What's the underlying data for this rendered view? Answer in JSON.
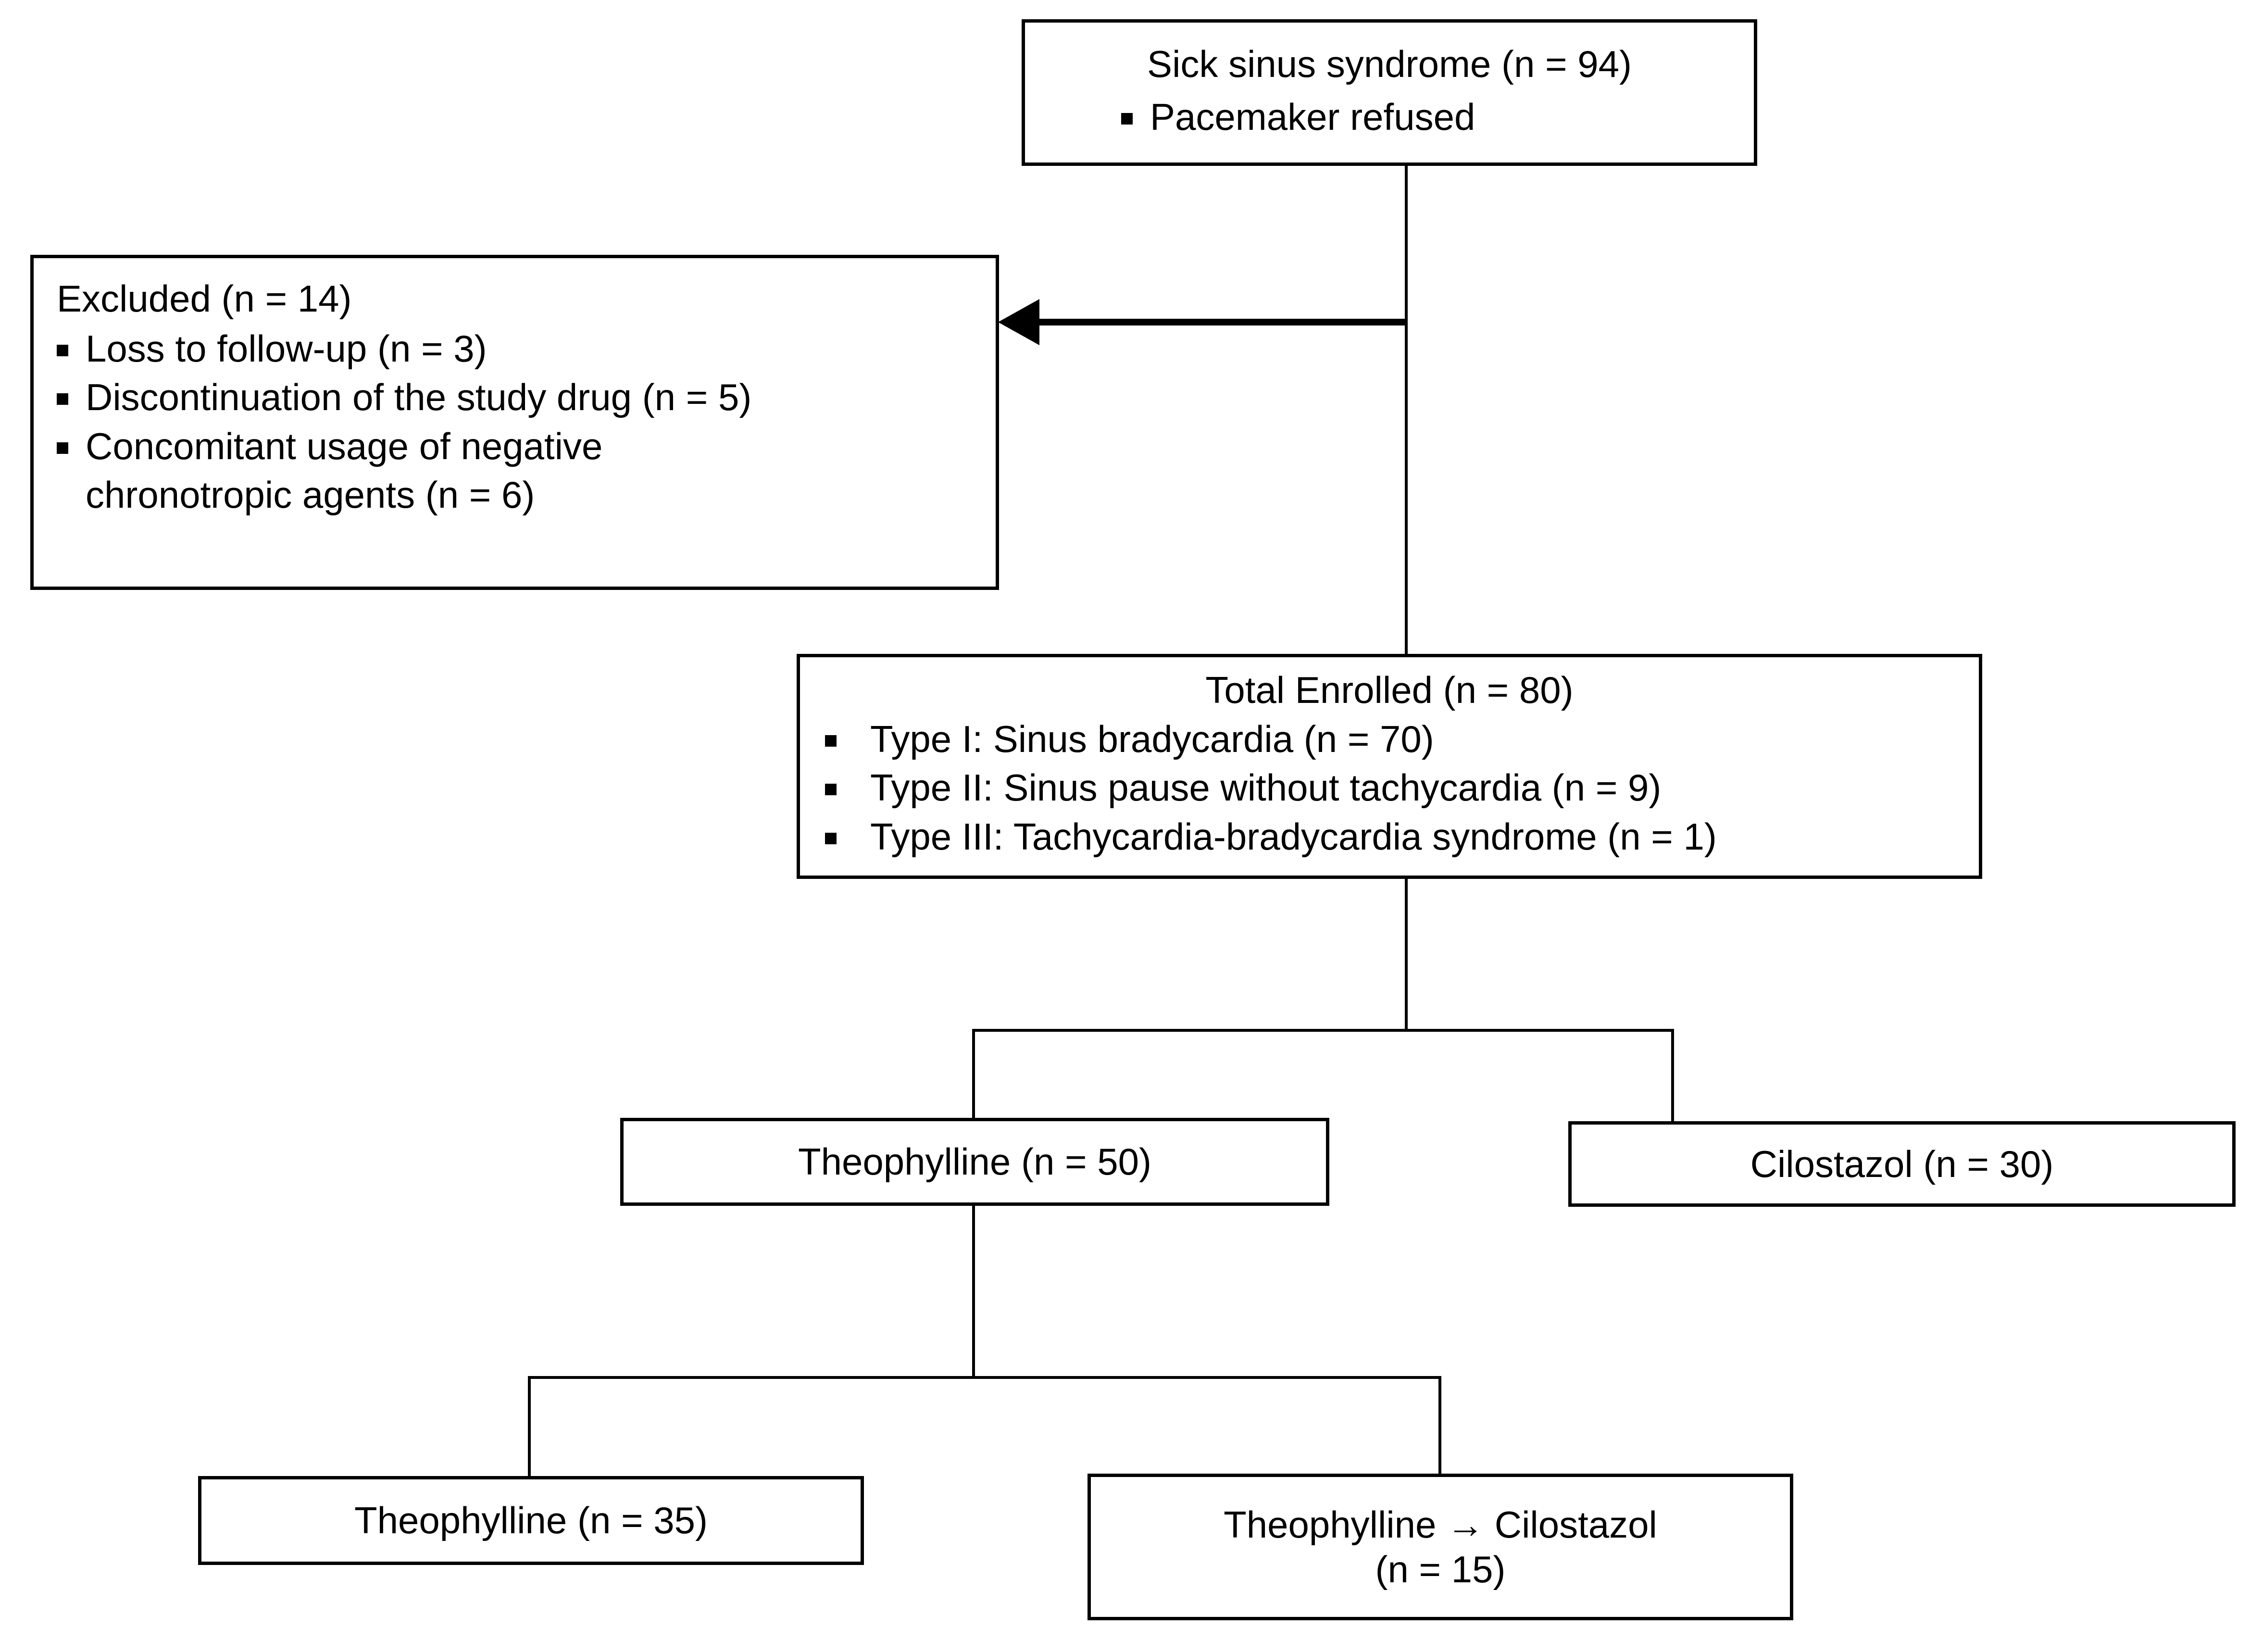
{
  "diagram": {
    "title": "Study enrollment and allocation flow diagram",
    "line_color": "#000000",
    "background": "#ffffff"
  },
  "nodes": {
    "source": {
      "title": "Sick sinus syndrome (n = 94)",
      "bullets": [
        "Pacemaker refused"
      ]
    },
    "excluded": {
      "title": "Excluded (n = 14)",
      "bullets": [
        "Loss to follow-up (n = 3)",
        "Discontinuation of the study drug (n = 5)",
        "Concomitant usage of negative\nchronotropic agents (n = 6)"
      ]
    },
    "enrolled": {
      "title": "Total Enrolled (n = 80)",
      "bullets": [
        "Type I: Sinus bradycardia (n = 70)",
        "Type II: Sinus pause without tachycardia (n = 9)",
        "Type III: Tachycardia-bradycardia syndrome (n = 1)"
      ]
    },
    "theophylline_50": {
      "title": "Theophylline (n = 50)"
    },
    "cilostazol_30": {
      "title": "Cilostazol (n = 30)"
    },
    "theophylline_35": {
      "title": "Theophylline (n = 35)"
    },
    "theophylline_to_cilostazol_15": {
      "line1": "Theophylline → Cilostazol",
      "line2": "(n = 15)"
    }
  },
  "chart_data": {
    "type": "flowchart",
    "title": "Study enrollment and allocation flow diagram",
    "nodes": [
      {
        "id": "source",
        "label": "Sick sinus syndrome (n = 94)",
        "n": 94,
        "notes": [
          "Pacemaker refused"
        ]
      },
      {
        "id": "excluded",
        "label": "Excluded (n = 14)",
        "n": 14,
        "notes": [
          "Loss to follow-up (n = 3)",
          "Discontinuation of the study drug (n = 5)",
          "Concomitant usage of negative chronotropic agents (n = 6)"
        ]
      },
      {
        "id": "enrolled",
        "label": "Total Enrolled (n = 80)",
        "n": 80,
        "notes": [
          "Type I: Sinus bradycardia (n = 70)",
          "Type II: Sinus pause without tachycardia (n = 9)",
          "Type III: Tachycardia-bradycardia syndrome (n = 1)"
        ]
      },
      {
        "id": "theophylline_50",
        "label": "Theophylline (n = 50)",
        "n": 50
      },
      {
        "id": "cilostazol_30",
        "label": "Cilostazol (n = 30)",
        "n": 30
      },
      {
        "id": "theophylline_35",
        "label": "Theophylline (n = 35)",
        "n": 35
      },
      {
        "id": "theophylline_to_cilostazol_15",
        "label": "Theophylline → Cilostazol (n = 15)",
        "n": 15
      }
    ],
    "edges": [
      {
        "from": "source",
        "to": "excluded",
        "style": "arrow"
      },
      {
        "from": "source",
        "to": "enrolled",
        "style": "line"
      },
      {
        "from": "enrolled",
        "to": "theophylline_50",
        "style": "line"
      },
      {
        "from": "enrolled",
        "to": "cilostazol_30",
        "style": "line"
      },
      {
        "from": "theophylline_50",
        "to": "theophylline_35",
        "style": "line"
      },
      {
        "from": "theophylline_50",
        "to": "theophylline_to_cilostazol_15",
        "style": "line"
      }
    ]
  }
}
